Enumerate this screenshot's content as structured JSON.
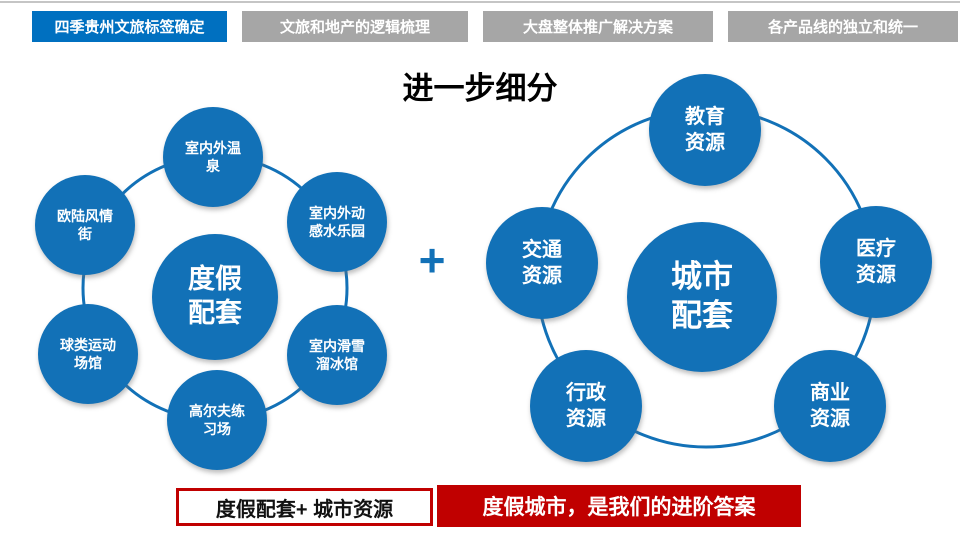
{
  "slide": {
    "title": "进一步细分",
    "plus_sign": "+"
  },
  "tabs": [
    {
      "label": "四季贵州文旅标签确定",
      "active": true
    },
    {
      "label": "文旅和地产的逻辑梳理",
      "active": false
    },
    {
      "label": "大盘整体推广解决方案",
      "active": false
    },
    {
      "label": "各产品线的独立和统一",
      "active": false
    }
  ],
  "left_cluster": {
    "center_label": "度假\n配套",
    "satellites": [
      {
        "id": "hot-spring",
        "label": "室内外温\n泉"
      },
      {
        "id": "water-park",
        "label": "室内外动\n感水乐园"
      },
      {
        "id": "ski-skating",
        "label": "室内滑雪\n溜冰馆"
      },
      {
        "id": "golf",
        "label": "高尔夫练\n习场"
      },
      {
        "id": "ball-sports",
        "label": "球类运动\n场馆"
      },
      {
        "id": "euro-street",
        "label": "欧陆风情\n街"
      }
    ]
  },
  "right_cluster": {
    "center_label": "城市\n配套",
    "satellites": [
      {
        "id": "education",
        "label": "教育\n资源"
      },
      {
        "id": "medical",
        "label": "医疗\n资源"
      },
      {
        "id": "commerce",
        "label": "商业\n资源"
      },
      {
        "id": "administration",
        "label": "行政\n资源"
      },
      {
        "id": "transportation",
        "label": "交通\n资源"
      }
    ]
  },
  "footer": {
    "formula_label": "度假配套+ 城市资源",
    "answer_label": "度假城市，是我们的进阶答案"
  },
  "colors": {
    "active_tab_blue": "#0070C0",
    "inactive_tab_gray": "#A6A6A6",
    "circle_blue": "#1271B7",
    "highlight_red": "#C00000"
  }
}
